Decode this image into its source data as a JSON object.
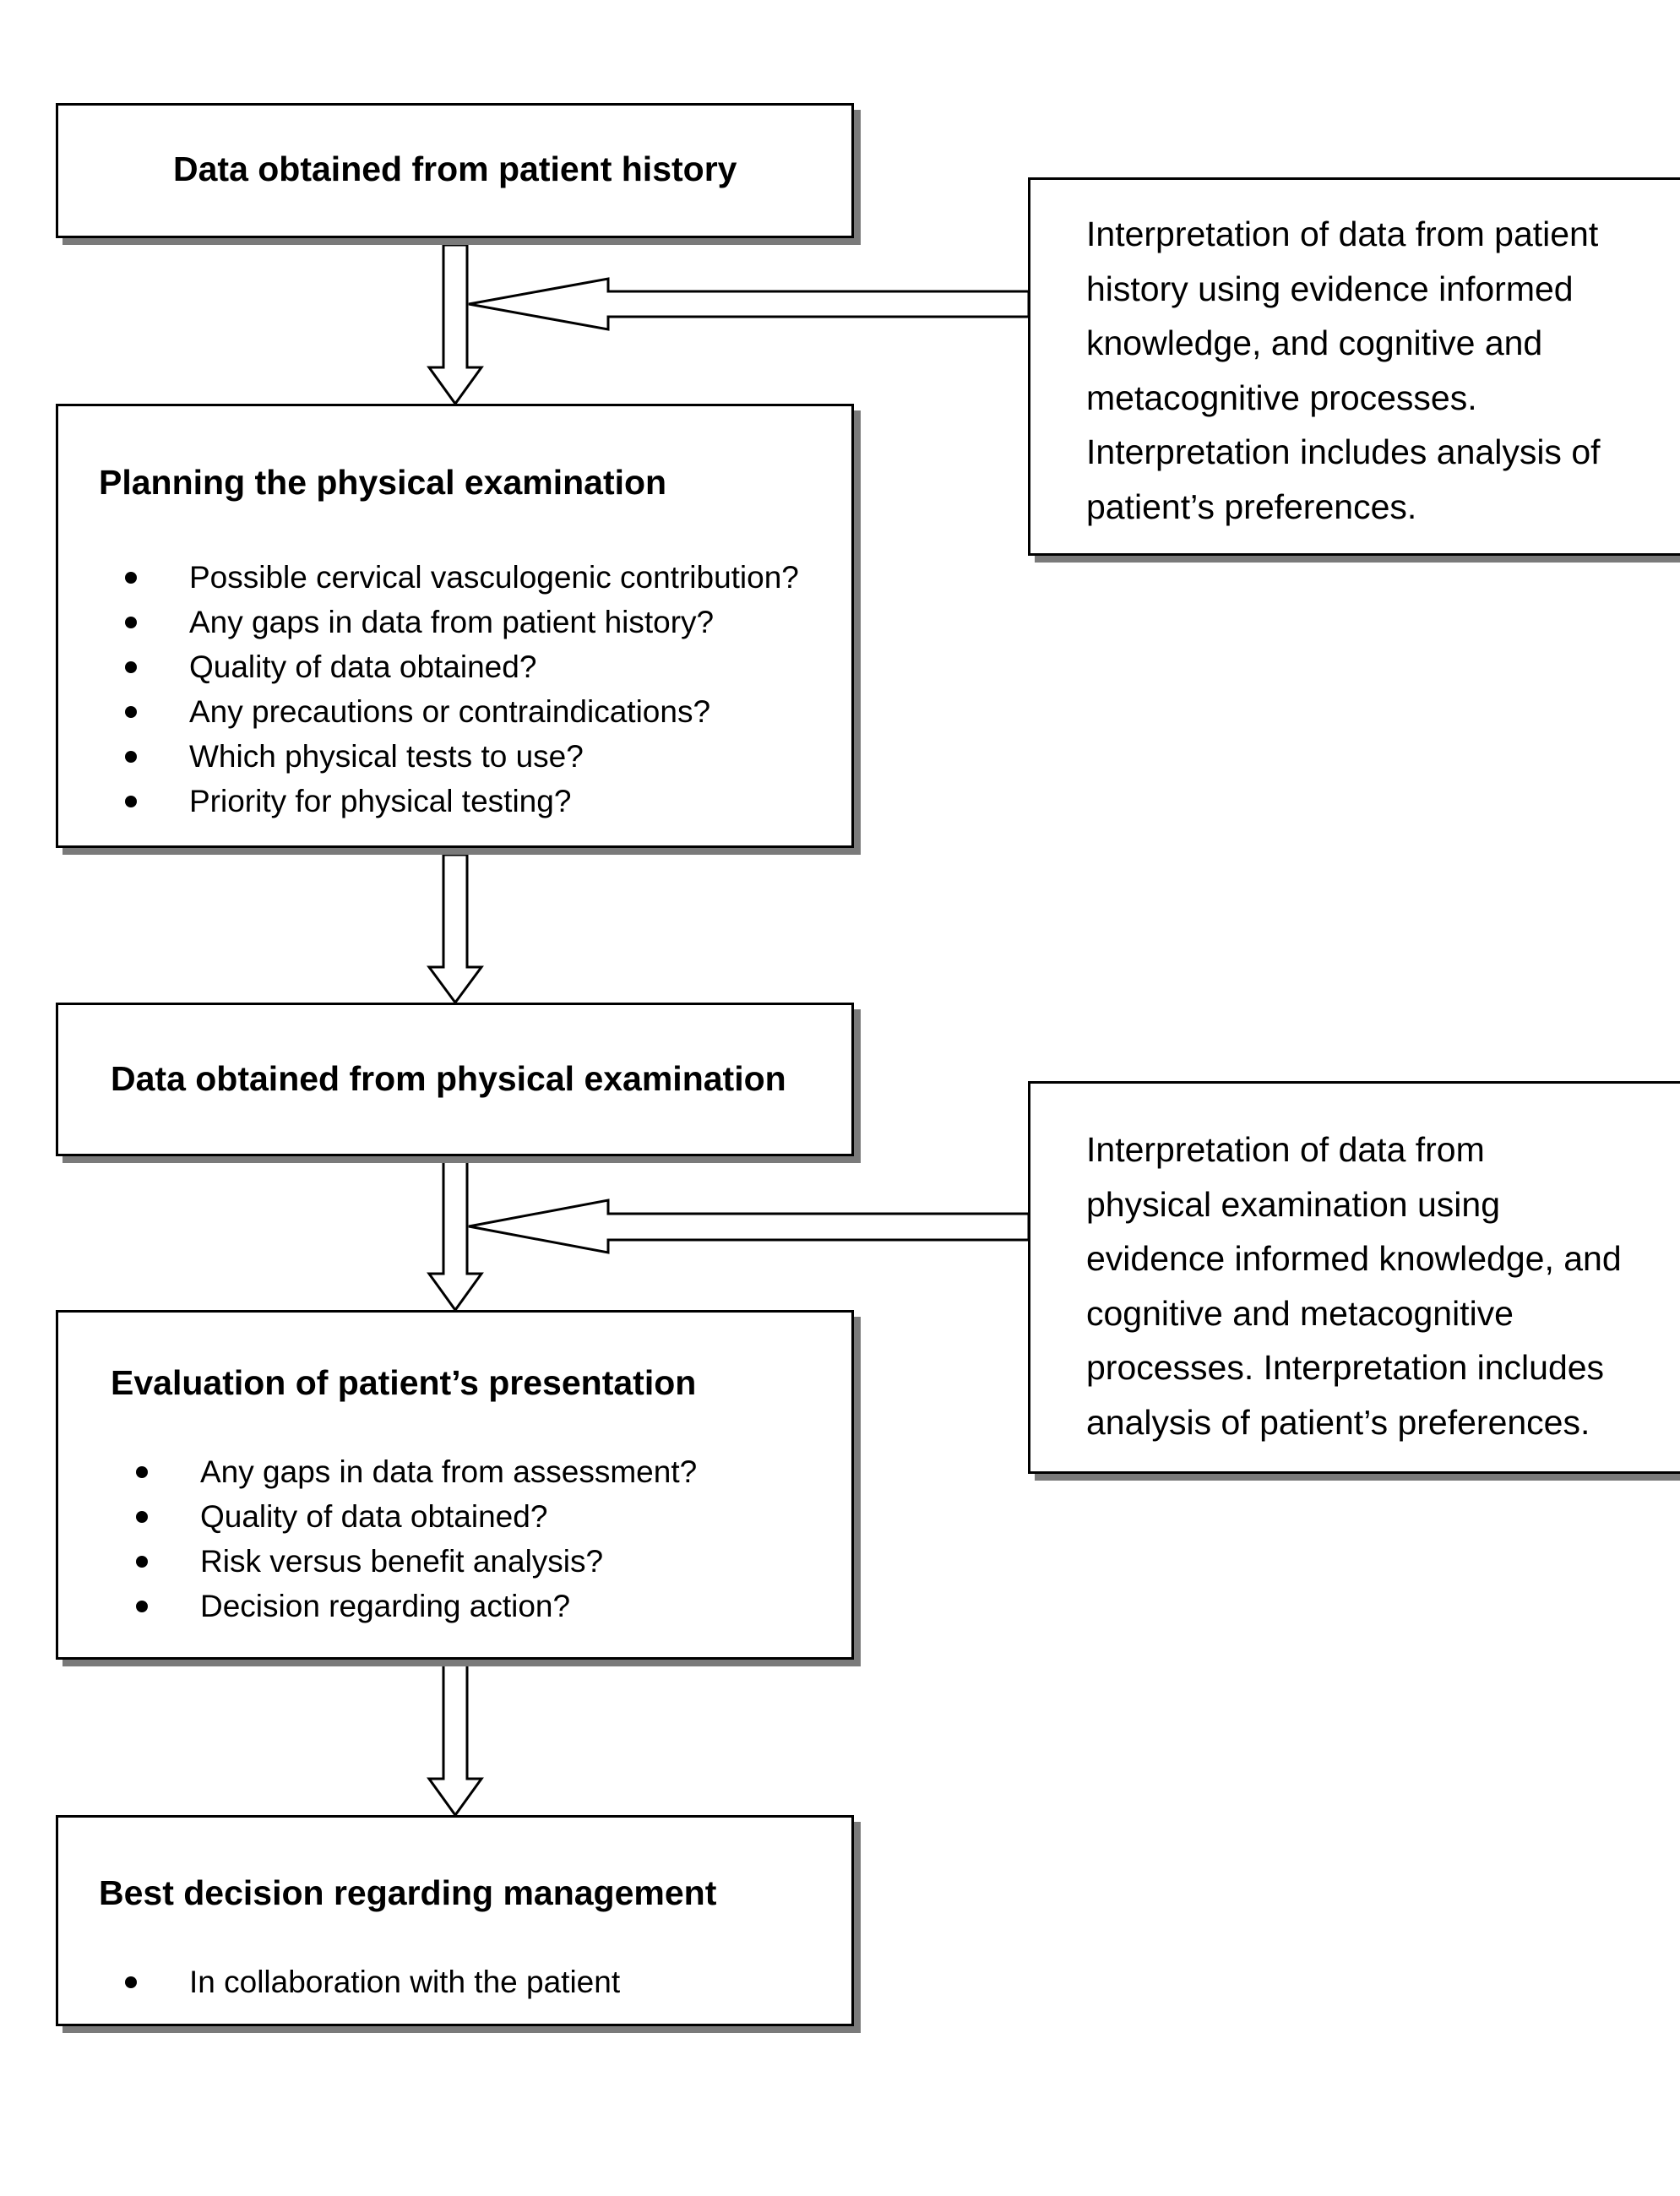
{
  "boxes": {
    "history": {
      "title": "Data obtained from patient history"
    },
    "planning": {
      "title": "Planning the physical examination",
      "bullets": [
        "Possible cervical vasculogenic contribution?",
        "Any gaps in data from patient history?",
        "Quality of data obtained?",
        "Any precautions or contraindications?",
        "Which physical tests to use?",
        "Priority for physical testing?"
      ]
    },
    "physical_data": {
      "title": "Data obtained from physical examination"
    },
    "evaluation": {
      "title": "Evaluation of patient’s presentation",
      "bullets": [
        "Any gaps in data from assessment?",
        "Quality of data obtained?",
        "Risk versus benefit analysis?",
        "Decision regarding action?"
      ]
    },
    "management": {
      "title": "Best decision regarding management",
      "bullets": [
        "In collaboration with the patient"
      ]
    }
  },
  "side_boxes": {
    "history_interpretation": {
      "lines": [
        "Interpretation of data from patient",
        "history using evidence informed",
        "knowledge, and cognitive and",
        "metacognitive processes.",
        "Interpretation includes analysis of",
        "patient’s preferences."
      ]
    },
    "physical_interpretation": {
      "lines": [
        "Interpretation of data from",
        "physical examination using",
        "evidence informed knowledge, and",
        "cognitive and metacognitive",
        "processes. Interpretation includes",
        "analysis of patient’s preferences."
      ]
    }
  }
}
